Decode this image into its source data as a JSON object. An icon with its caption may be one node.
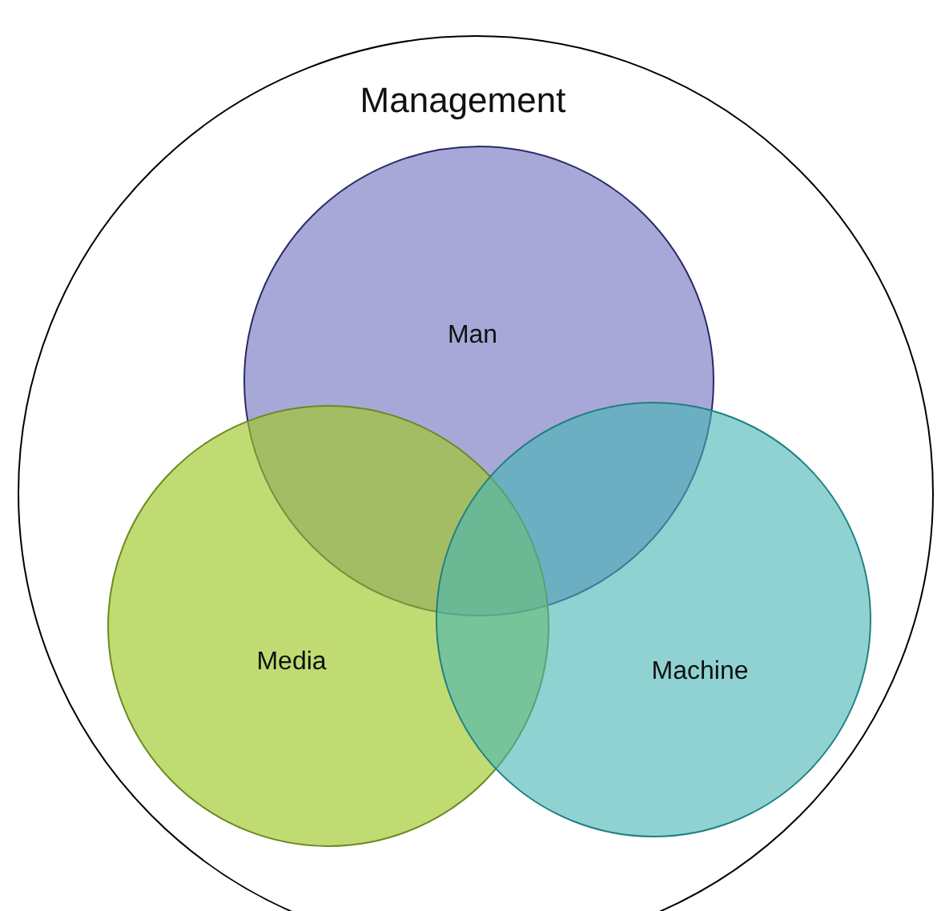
{
  "diagram": {
    "nodes": [
      {
        "text": [
          "Management"
        ]
      },
      {
        "text": [
          "Man"
        ],
        "in": 0
      },
      {
        "text": [
          "Media"
        ],
        "in": 0
      },
      {
        "text": [
          "Machine"
        ],
        "in": 0
      }
    ]
  }
}
